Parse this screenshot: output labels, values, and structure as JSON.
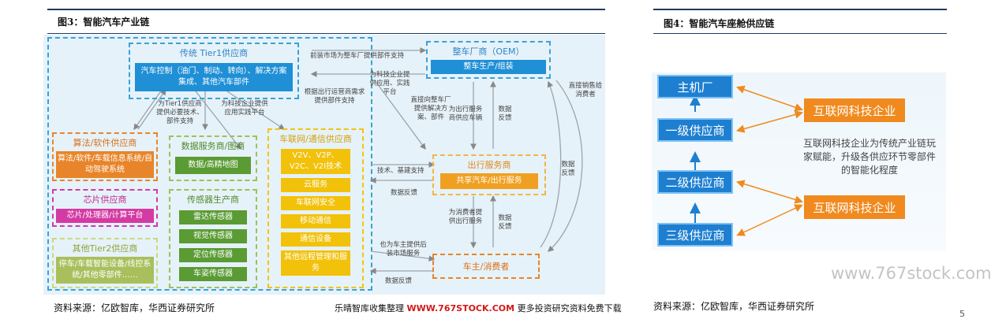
{
  "fig3": {
    "title": "图3：智能汽车产业链",
    "tier1": {
      "title": "传统 Tier1供应商",
      "body": "汽车控制（油门、制动、转向）、解决方案集成、其他汽车部件"
    },
    "oem": {
      "title": "整车厂商（OEM）",
      "body": "整车生产/组装"
    },
    "algo": {
      "title": "算法/软件供应商",
      "body": "算法/软件/车载信息系统/自动驾驶系统"
    },
    "data_svc": {
      "title": "数据服务商/图商",
      "body": "数据/高精地图"
    },
    "chip": {
      "title": "芯片供应商",
      "body": "芯片/处理器/计算平台"
    },
    "other_tier2": {
      "title": "其他Tier2供应商",
      "body": "停车/车载智能设备/线控系统/其他零部件……"
    },
    "sensor": {
      "title": "传感器生产商",
      "items": [
        "雷达传感器",
        "视觉传感器",
        "定位传感器",
        "车姿传感器"
      ]
    },
    "v2x": {
      "title": "车联网/通信供应商",
      "items": [
        "V2V、V2P、V2C、V2I技术",
        "云服务",
        "车联网安全",
        "移动通信",
        "通信设备",
        "其他远程管理和服务"
      ]
    },
    "mobility": {
      "title": "出行服务商",
      "body": "共享汽车/出行服务"
    },
    "owner": {
      "title": "车主/消费者"
    },
    "notes": {
      "n1": "前装市场为整车厂提供部件支持",
      "n2": "为科技企业提供应用、实践平台",
      "n3": "根据出行运营商需求提供部件支持",
      "n4": "为Tier1供应商提供必要技术、部件支持",
      "n5": "为科技企业提供应用实践平台",
      "n6": "直接向整车厂提供解决方案、部件",
      "n7": "为出行服务商供应车辆",
      "n8": "数据反馈",
      "n9": "直接销售给消费者",
      "n10": "技术、基建支持",
      "n11": "数据反馈",
      "n12": "数据反馈",
      "n13": "为消费者提供出行服务",
      "n14": "数据反馈",
      "n15": "也为车主提供后装市场服务",
      "n16": "数据反馈"
    },
    "source": "资料来源：亿欧智库，华西证券研究所"
  },
  "footer_center": {
    "prefix": "乐晴智库收集整理 ",
    "site": "WWW.767STOCK.COM",
    "suffix": " 更多投资研究资料免费下载"
  },
  "fig4": {
    "title": "图4：智能汽车座舱供应链",
    "levels": [
      "主机厂",
      "一级供应商",
      "二级供应商",
      "三级供应商"
    ],
    "internet_box": "互联网科技企业",
    "description": "互联网科技企业为传统产业链玩家赋能，升级各供应环节零部件的智能化程度",
    "source": "资料来源：亿欧智库，华西证券研究所"
  },
  "watermark": "www.767stock.com",
  "page_number": "5",
  "colors": {
    "navy": "#1f3a5f",
    "panel": "#e6f2f9",
    "orange": "#f08a1e",
    "blue": "#1e7fd0",
    "red": "#d11a1a"
  }
}
